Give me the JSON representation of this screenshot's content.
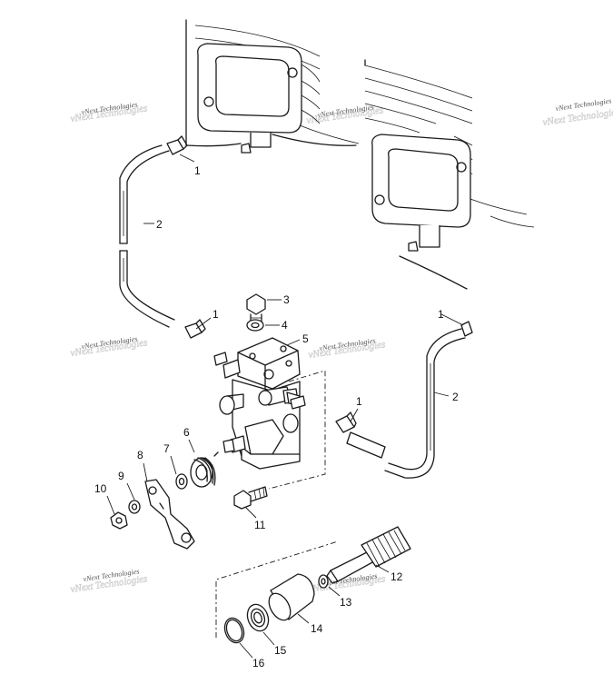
{
  "diagram": {
    "callouts": [
      {
        "id": "c1a",
        "label": "1"
      },
      {
        "id": "c2a",
        "label": "2"
      },
      {
        "id": "c3",
        "label": "3"
      },
      {
        "id": "c4",
        "label": "4"
      },
      {
        "id": "c1b",
        "label": "1"
      },
      {
        "id": "c5",
        "label": "5"
      },
      {
        "id": "c1c",
        "label": "1"
      },
      {
        "id": "c2b",
        "label": "2"
      },
      {
        "id": "c1d",
        "label": "1"
      },
      {
        "id": "c6",
        "label": "6"
      },
      {
        "id": "c7",
        "label": "7"
      },
      {
        "id": "c8",
        "label": "8"
      },
      {
        "id": "c9",
        "label": "9"
      },
      {
        "id": "c10",
        "label": "10"
      },
      {
        "id": "c11",
        "label": "11"
      },
      {
        "id": "c12",
        "label": "12"
      },
      {
        "id": "c13",
        "label": "13"
      },
      {
        "id": "c14",
        "label": "14"
      },
      {
        "id": "c15",
        "label": "15"
      },
      {
        "id": "c16",
        "label": "16"
      }
    ],
    "watermark_text": "vNext Technologies"
  }
}
